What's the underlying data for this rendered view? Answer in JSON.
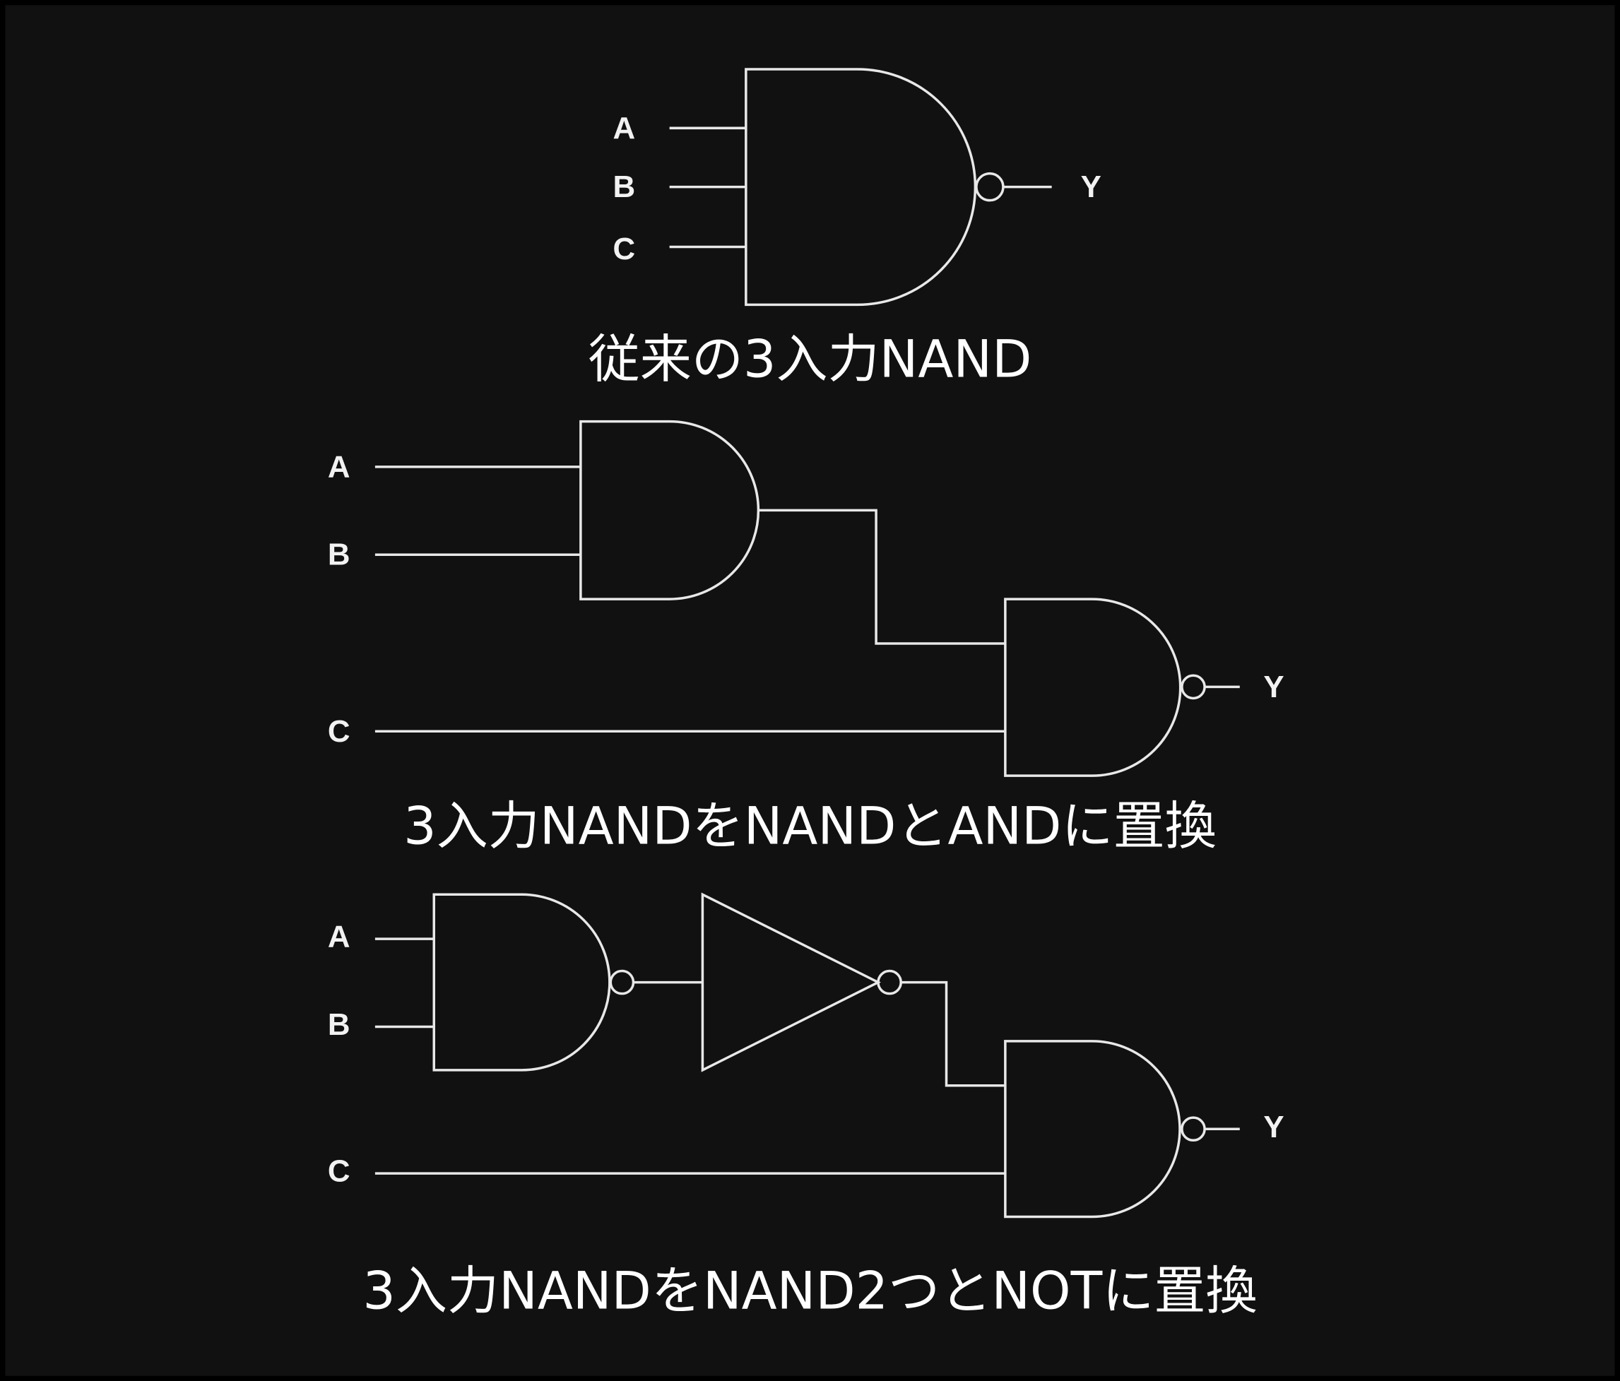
{
  "colors": {
    "background": "#111111",
    "border": "#000000",
    "lines": "#e8e8e8",
    "text": "#ffffff"
  },
  "diagram1": {
    "inputs": [
      "A",
      "B",
      "C"
    ],
    "output": "Y",
    "caption": "従来の3入力NAND"
  },
  "diagram2": {
    "inputs": [
      "A",
      "B",
      "C"
    ],
    "output": "Y",
    "caption": "3入力NANDをNANDとANDに置換"
  },
  "diagram3": {
    "inputs": [
      "A",
      "B",
      "C"
    ],
    "output": "Y",
    "caption": "3入力NANDをNAND2つとNOTに置換"
  }
}
